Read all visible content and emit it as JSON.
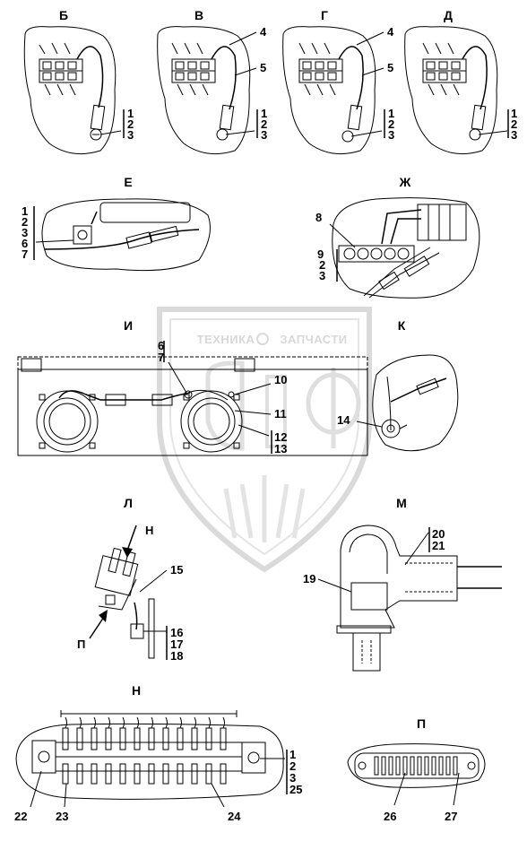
{
  "views": {
    "b": "Б",
    "v": "В",
    "g": "Г",
    "d": "Д",
    "e": "Е",
    "zh": "Ж",
    "i": "И",
    "k": "К",
    "l": "Л",
    "m": "М",
    "n": "Н",
    "p": "П"
  },
  "arrows": {
    "n": "Н",
    "p": "П"
  },
  "stack123": [
    "1",
    "2",
    "3"
  ],
  "e_stack": [
    "1",
    "2",
    "3",
    "6",
    "7"
  ],
  "zh_stack": [
    "9",
    "2",
    "3"
  ],
  "i_stack": [
    "6",
    "7"
  ],
  "l_stack": [
    "16",
    "17",
    "18"
  ],
  "m_stack": [
    "20",
    "21"
  ],
  "n_stack": [
    "1",
    "2",
    "3",
    "25"
  ],
  "callouts": {
    "c4": "4",
    "c5": "5",
    "c8": "8",
    "c10": "10",
    "c11": "11",
    "c12": "12",
    "c13": "13",
    "c14": "14",
    "c15": "15",
    "c19": "19",
    "c22": "22",
    "c23": "23",
    "c24": "24",
    "c26": "26",
    "c27": "27"
  },
  "watermark": {
    "text_left": "ТЕХНИКА",
    "text_right": "ЗАПЧАСТИ",
    "color": "#b9b9b9"
  }
}
